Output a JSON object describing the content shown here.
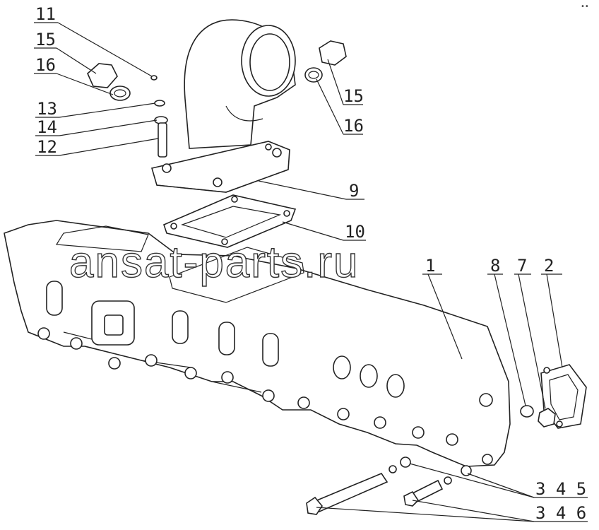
{
  "callouts": {
    "c11": "11",
    "c15a": "15",
    "c16a": "16",
    "c13": "13",
    "c14": "14",
    "c12": "12",
    "c15b": "15",
    "c16b": "16",
    "c9": "9",
    "c10": "10",
    "c1": "1",
    "c8": "8",
    "c7": "7",
    "c2": "2",
    "c345": "3 4 5",
    "c346": "3 4 6"
  },
  "watermark": "ansat-parts.ru",
  "corner_mark": "••"
}
